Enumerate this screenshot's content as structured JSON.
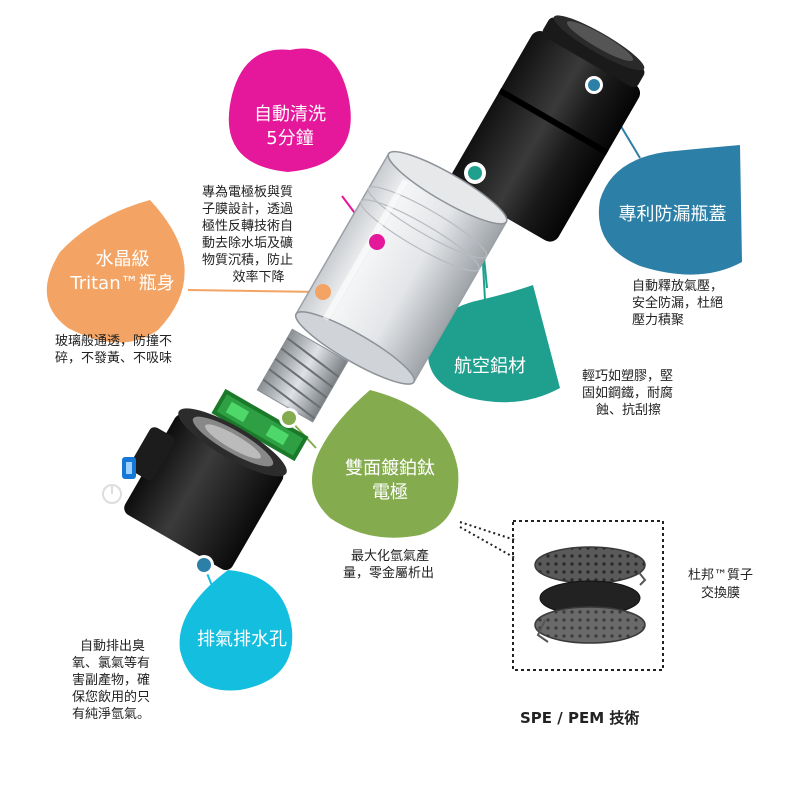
{
  "colors": {
    "pink": "#E5179A",
    "orange": "#F3A464",
    "blue": "#2C7FA6",
    "teal": "#1FA08F",
    "green": "#84AC4E",
    "cyan": "#13BEDF"
  },
  "callouts": {
    "auto_clean": {
      "title_lines": [
        "自動清洗",
        "5分鐘"
      ],
      "desc_lines": [
        "專為電極板與質",
        "子膜設計，透過",
        "極性反轉技術自",
        "動去除水垢及礦",
        "物質沉積，防止",
        "效率下降"
      ]
    },
    "tritan": {
      "title_lines": [
        "水晶級",
        "Tritan™瓶身"
      ],
      "desc_lines": [
        "玻璃般通透，防撞不",
        "碎，不發黃、不吸味"
      ]
    },
    "leakproof_cap": {
      "title_lines": [
        "專利防漏瓶蓋"
      ],
      "desc_lines": [
        "自動釋放氣壓，",
        "安全防漏，杜絕",
        "壓力積聚"
      ]
    },
    "aluminum": {
      "title_lines": [
        "航空鋁材"
      ],
      "desc_lines": [
        "輕巧如塑膠，堅",
        "固如鋼鐵，耐腐",
        "蝕、抗刮擦"
      ]
    },
    "electrode": {
      "title_lines": [
        "雙面鍍鉑鈦",
        "電極"
      ],
      "desc_lines": [
        "最大化氫氣產",
        "量，零金屬析出"
      ]
    },
    "exhaust": {
      "title_lines": [
        "排氣排水孔"
      ],
      "desc_lines": [
        "自動排出臭",
        "氧、氯氣等有",
        "害副產物，確",
        "保您飲用的只",
        "有純淨氫氣。"
      ]
    }
  },
  "membrane": {
    "label_lines": [
      "杜邦™質子",
      "交換膜"
    ],
    "caption": "SPE / PEM 技術"
  },
  "icons": [
    "power-button-icon",
    "battery-indicator-icon"
  ]
}
